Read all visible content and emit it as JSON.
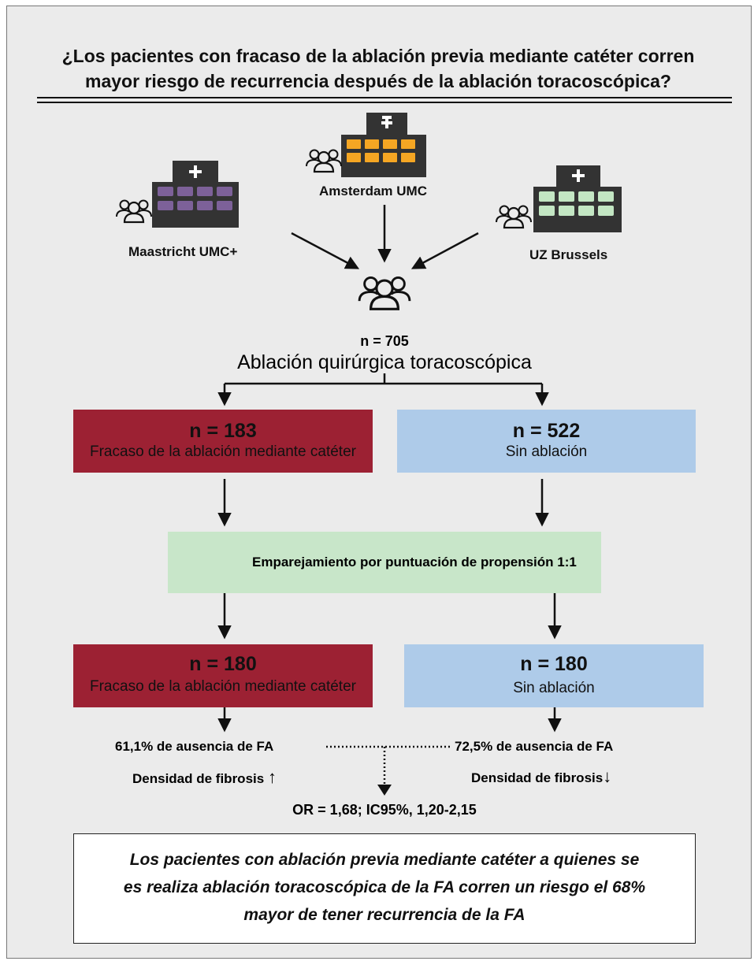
{
  "title_line1": "¿Los pacientes con fracaso de la ablación previa mediante catéter corren",
  "title_line2": "mayor riesgo de recurrencia después de la ablación toracoscópica?",
  "hospitals": {
    "left": "Maastricht UMC+",
    "center": "Amsterdam UMC",
    "right": "UZ Brussels"
  },
  "hospital_colors": {
    "left": "#7d6199",
    "center": "#f5a623",
    "right": "#c3e6c3"
  },
  "total_n": "n = 705",
  "procedure": "Ablación quirúrgica toracoscópica",
  "group_before": {
    "left_n": "n = 183",
    "left_label": "Fracaso de la ablación mediante catéter",
    "right_n": "n = 522",
    "right_label": "Sin ablación"
  },
  "matching_label": "Emparejamiento por puntuación de propensión 1:1",
  "group_after": {
    "left_n": "n = 180",
    "left_label": "Fracaso de la ablación mediante catéter",
    "right_n": "n = 180",
    "right_label": "Sin ablación"
  },
  "outcomes": {
    "left_freedom": "61,1% de ausencia de FA",
    "left_fibrosis": "Densidad de fibrosis",
    "left_arrow": "↑",
    "right_freedom": "72,5% de ausencia de FA",
    "right_fibrosis": "Densidad de fibrosis",
    "right_arrow": "↓",
    "odds_ratio": "OR = 1,68; IC95%, 1,20-2,15"
  },
  "conclusion_lines": [
    "Los pacientes con ablación previa mediante catéter a quienes se",
    "es realiza ablación toracoscópica de la FA corren un riesgo el 68%",
    "mayor de tener recurrencia de la FA"
  ],
  "colors": {
    "red_box": "#9c2133",
    "blue_box": "#aecbe9",
    "green_box": "#c8e6c9",
    "background": "#ebebeb"
  }
}
